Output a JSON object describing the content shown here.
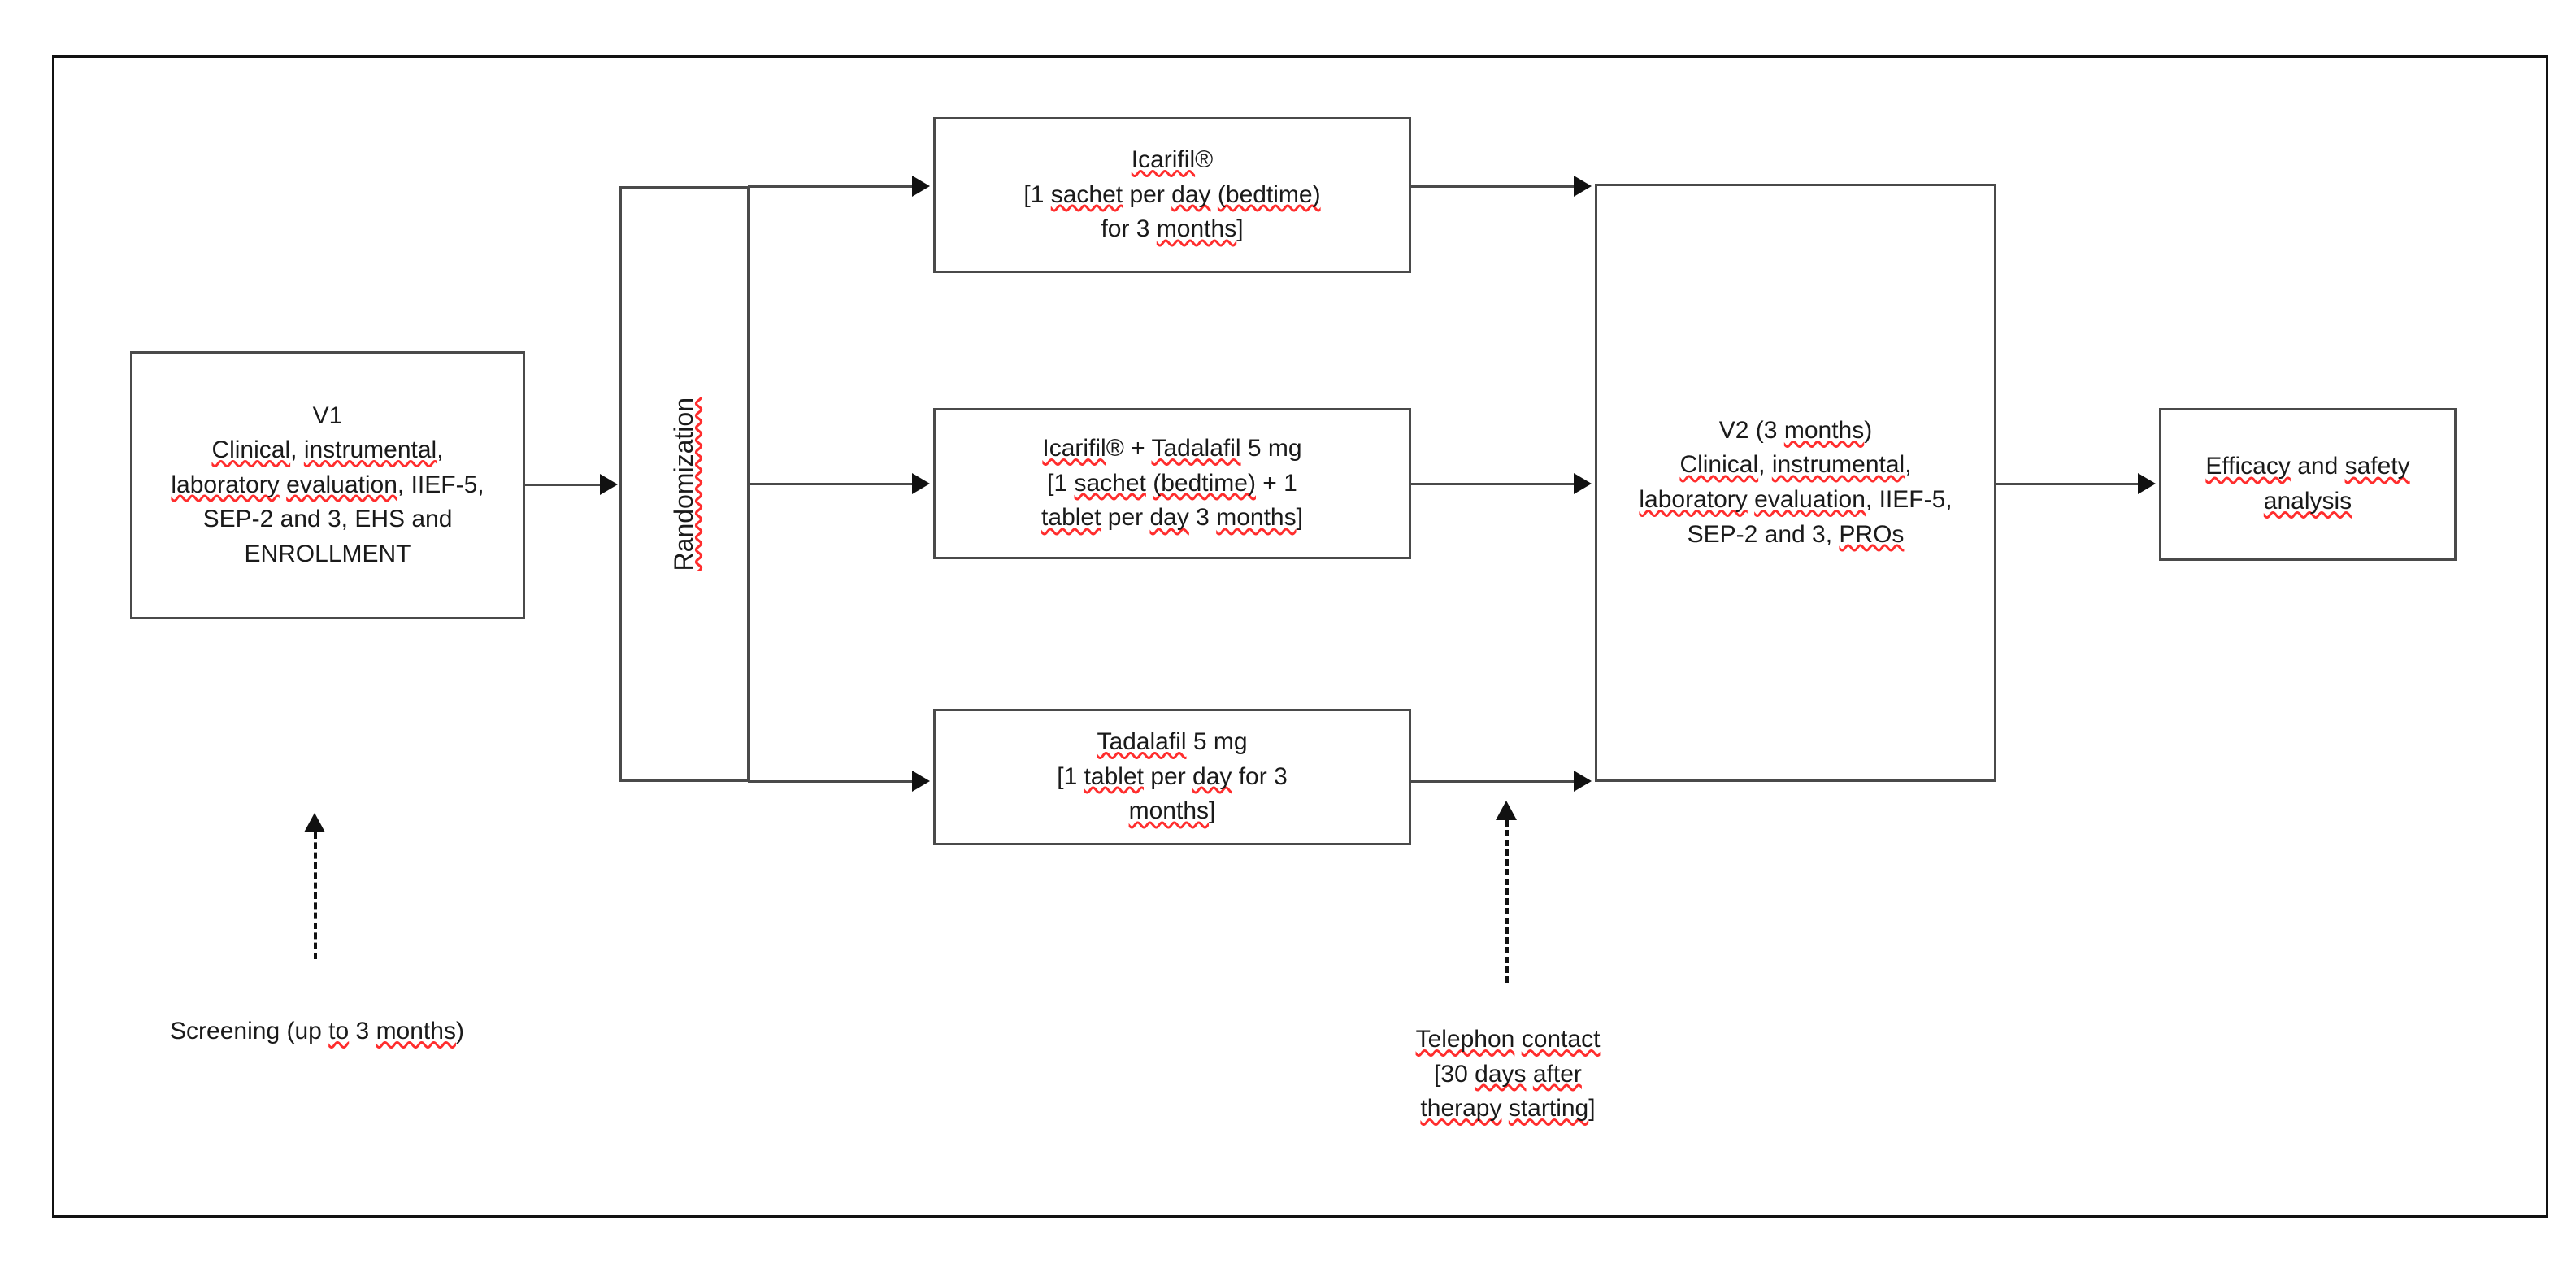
{
  "diagram": {
    "title": "Clinical trial study design flowchart",
    "colors": {
      "frame_border": "#111111",
      "box_border": "#4a4a4a",
      "connector": "#4a4a4a",
      "arrowhead": "#111111",
      "text": "#1a1a1a",
      "spellcheck_underline": "#ff2d2d",
      "background": "#ffffff"
    }
  },
  "nodes": {
    "v1": {
      "id": "v1",
      "label": "V1\nClinical, instrumental,\nlaboratory evaluation, IIEF-5,\nSEP-2 and 3, EHS and\nENROLLMENT",
      "lines": [
        "V1",
        "Clinical, instrumental,",
        "laboratory evaluation, IIEF-5,",
        "SEP-2 and 3, EHS and",
        "ENROLLMENT"
      ]
    },
    "randomization": {
      "id": "randomization",
      "label": "Randomization",
      "orientation": "vertical"
    },
    "arm_icarifil": {
      "id": "arm-icarifil",
      "label": "Icarifil®\n[1 sachet per day (bedtime)\nfor 3 months]",
      "lines": [
        "Icarifil®",
        "[1 sachet per day (bedtime)",
        "for 3 months]"
      ]
    },
    "arm_combo": {
      "id": "arm-icarifil-tadalafil",
      "label": "Icarifil® + Tadalafil 5 mg\n[1 sachet (bedtime) + 1\ntablet per day 3 months]",
      "lines": [
        "Icarifil® + Tadalafil 5 mg",
        "[1 sachet (bedtime) + 1",
        "tablet per day 3 months]"
      ]
    },
    "arm_tadalafil": {
      "id": "arm-tadalafil",
      "label": "Tadalafil 5 mg\n[1 tablet per day for 3\nmonths]",
      "lines": [
        "Tadalafil 5 mg",
        "[1 tablet per day for 3",
        "months]"
      ]
    },
    "v2": {
      "id": "v2",
      "label": "V2 (3 months)\nClinical, instrumental,\nlaboratory evaluation, IIEF-5,\nSEP-2 and 3, PROs",
      "lines": [
        "V2 (3 months)",
        "Clinical, instrumental,",
        "laboratory evaluation, IIEF-5,",
        "SEP-2 and 3, PROs"
      ]
    },
    "analysis": {
      "id": "analysis",
      "label": "Efficacy and safety\nanalysis",
      "lines": [
        "Efficacy and safety",
        "analysis"
      ]
    }
  },
  "annotations": {
    "screening": {
      "id": "screening",
      "label": "Screening (up to 3 months)",
      "lines": [
        "Screening (up to 3 months)"
      ],
      "connector": "dashed-arrow-up"
    },
    "telephone": {
      "id": "telephone-contact",
      "label": "Telephon contact\n[30 days after\ntherapy starting]",
      "lines": [
        "Telephon contact",
        "[30 days after",
        "therapy starting]"
      ],
      "connector": "dashed-arrow-up"
    }
  },
  "flow": {
    "edges": [
      {
        "from": "v1",
        "to": "randomization",
        "style": "solid-arrow"
      },
      {
        "from": "randomization",
        "to": "arm_icarifil",
        "style": "solid-arrow"
      },
      {
        "from": "randomization",
        "to": "arm_combo",
        "style": "solid-arrow"
      },
      {
        "from": "randomization",
        "to": "arm_tadalafil",
        "style": "solid-arrow"
      },
      {
        "from": "arm_icarifil",
        "to": "v2",
        "style": "solid-arrow"
      },
      {
        "from": "arm_combo",
        "to": "v2",
        "style": "solid-arrow"
      },
      {
        "from": "arm_tadalafil",
        "to": "v2",
        "style": "solid-arrow"
      },
      {
        "from": "v2",
        "to": "analysis",
        "style": "solid-arrow"
      }
    ]
  }
}
